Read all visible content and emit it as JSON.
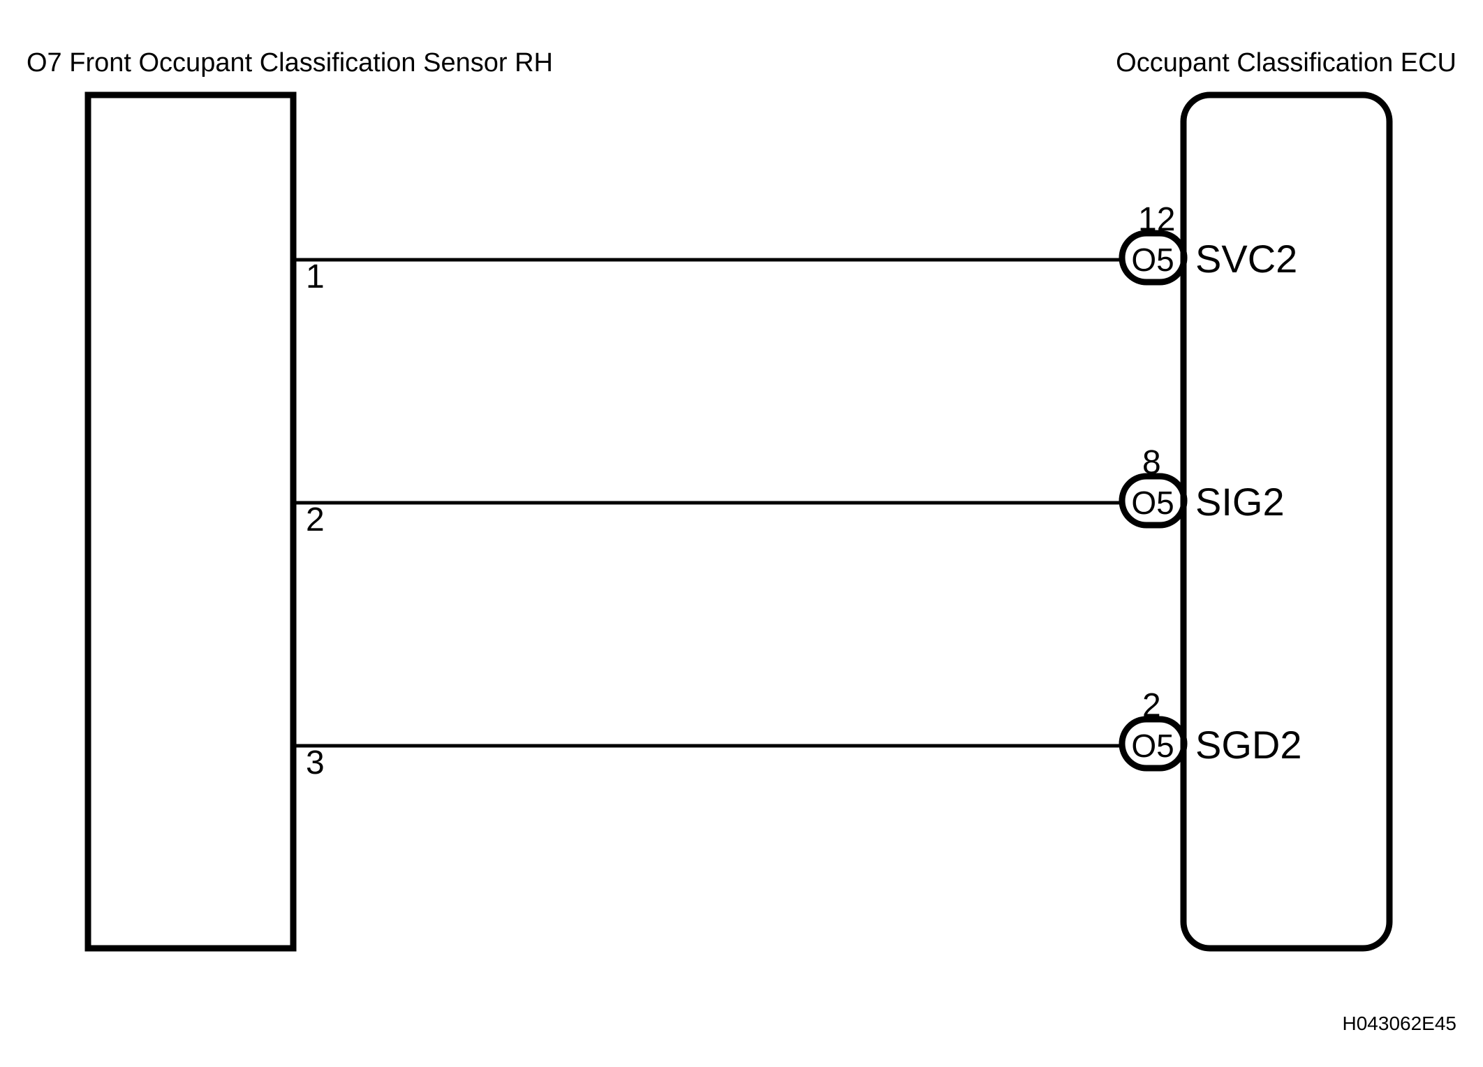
{
  "page": {
    "reference_code": "H043062E45",
    "background_color": "#ffffff",
    "line_color": "#000000"
  },
  "left_component": {
    "id": "O7",
    "name": "Front Occupant Classification Sensor RH",
    "title": "O7  Front Occupant Classification Sensor RH",
    "shape": "rectangle"
  },
  "right_component": {
    "name": "Occupant Classification ECU",
    "title": "Occupant Classification ECU",
    "shape": "rounded-rectangle"
  },
  "connections": [
    {
      "sensor_pin": "1",
      "ecu_pin": "12",
      "connector_code": "O5",
      "signal_label": "SVC2"
    },
    {
      "sensor_pin": "2",
      "ecu_pin": "8",
      "connector_code": "O5",
      "signal_label": "SIG2"
    },
    {
      "sensor_pin": "3",
      "ecu_pin": "2",
      "connector_code": "O5",
      "signal_label": "SGD2"
    }
  ]
}
